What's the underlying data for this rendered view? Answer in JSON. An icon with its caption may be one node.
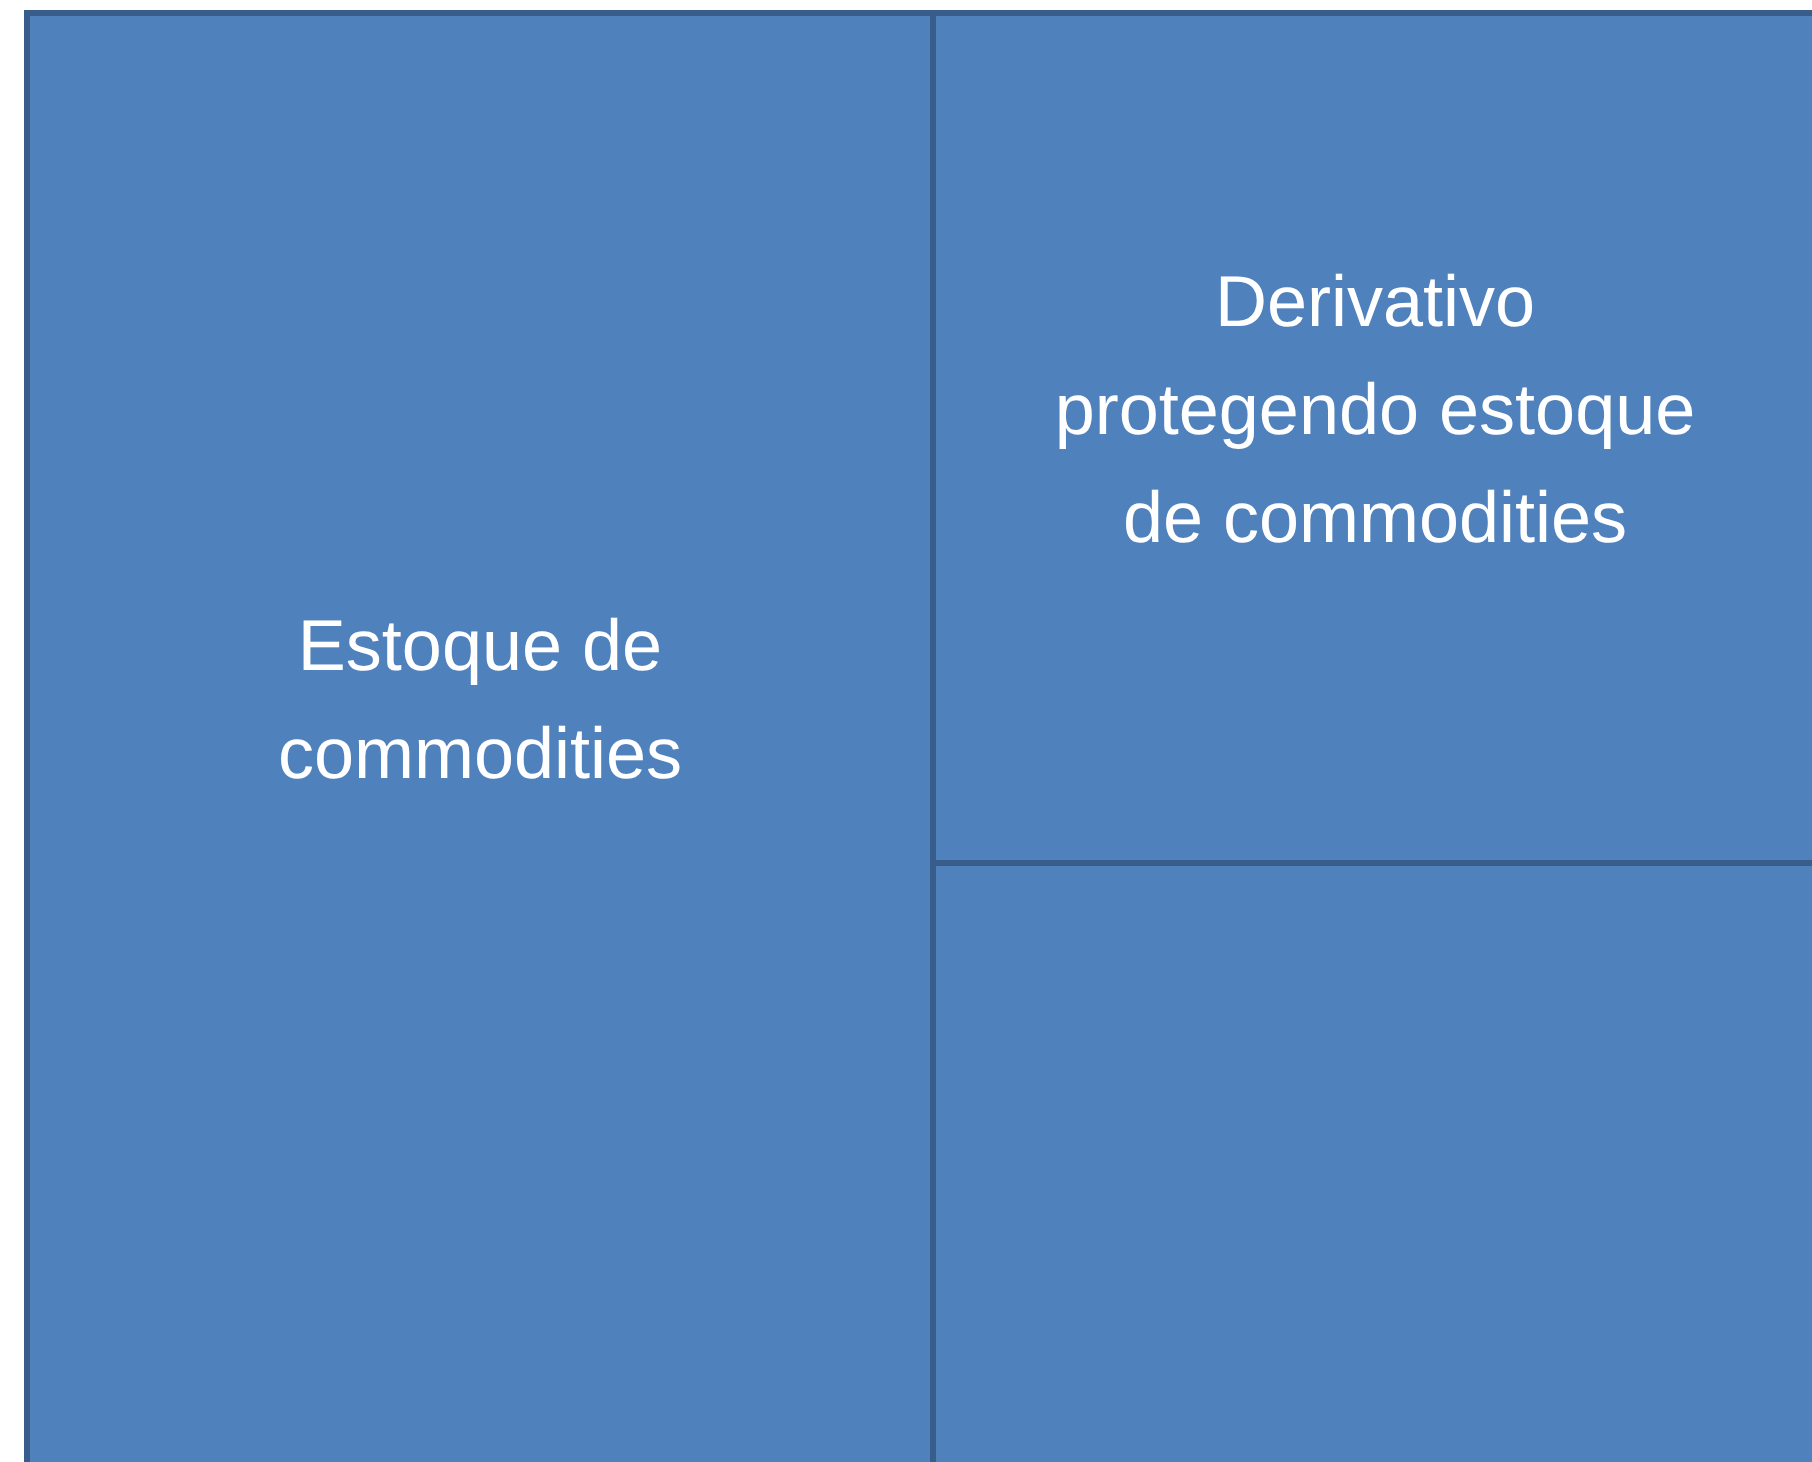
{
  "diagram": {
    "nodes": [
      {
        "text": [
          "Estoque de commodities"
        ]
      },
      {
        "text": [
          "Derivativo protegendo estoque de commodities"
        ]
      },
      {
        "text": [],
        "shape": "box"
      }
    ]
  }
}
